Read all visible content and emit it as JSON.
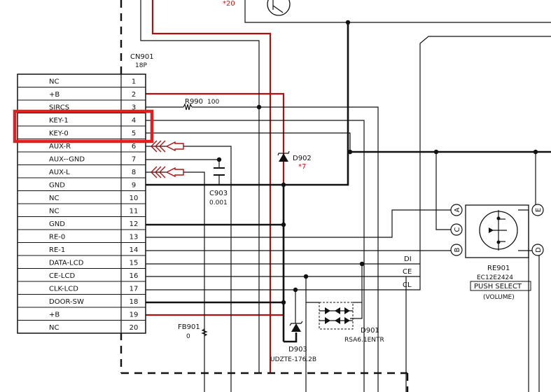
{
  "connector": {
    "ref": "CN901",
    "type": "18P",
    "pins": [
      {
        "name": "NC",
        "num": "1"
      },
      {
        "name": "+B",
        "num": "2"
      },
      {
        "name": "SIRCS",
        "num": "3"
      },
      {
        "name": "KEY-1",
        "num": "4"
      },
      {
        "name": "KEY-0",
        "num": "5"
      },
      {
        "name": "AUX-R",
        "num": "6"
      },
      {
        "name": "AUX--GND",
        "num": "7"
      },
      {
        "name": "AUX-L",
        "num": "8"
      },
      {
        "name": "GND",
        "num": "9"
      },
      {
        "name": "NC",
        "num": "10"
      },
      {
        "name": "NC",
        "num": "11"
      },
      {
        "name": "GND",
        "num": "12"
      },
      {
        "name": "RE-0",
        "num": "13"
      },
      {
        "name": "RE-1",
        "num": "14"
      },
      {
        "name": "DATA-LCD",
        "num": "15"
      },
      {
        "name": "CE-LCD",
        "num": "16"
      },
      {
        "name": "CLK-LCD",
        "num": "17"
      },
      {
        "name": "DOOR-SW",
        "num": "18"
      },
      {
        "name": "+B",
        "num": "19"
      },
      {
        "name": "NC",
        "num": "20"
      }
    ]
  },
  "components": {
    "r990": {
      "ref": "R990",
      "value": "100"
    },
    "d902": {
      "ref": "D902",
      "note": "*7"
    },
    "c903": {
      "ref": "C903",
      "value": "0.001"
    },
    "fb901": {
      "ref": "FB901",
      "value": "0"
    },
    "d903": {
      "ref": "D903",
      "part": "UDZTE-176.2B"
    },
    "d901": {
      "ref": "D901",
      "part": "RSA6.1ENTR"
    },
    "re901": {
      "ref": "RE901",
      "part": "EC12E2424",
      "function": "PUSH SELECT",
      "caption": "(VOLUME)"
    },
    "top_note": "*20"
  },
  "encoder_pins": [
    "A",
    "C",
    "B",
    "E",
    "D"
  ],
  "bus_labels": [
    "DI",
    "CE",
    "CL"
  ],
  "highlight_color": "#e02020",
  "wire_red": "#b01010"
}
